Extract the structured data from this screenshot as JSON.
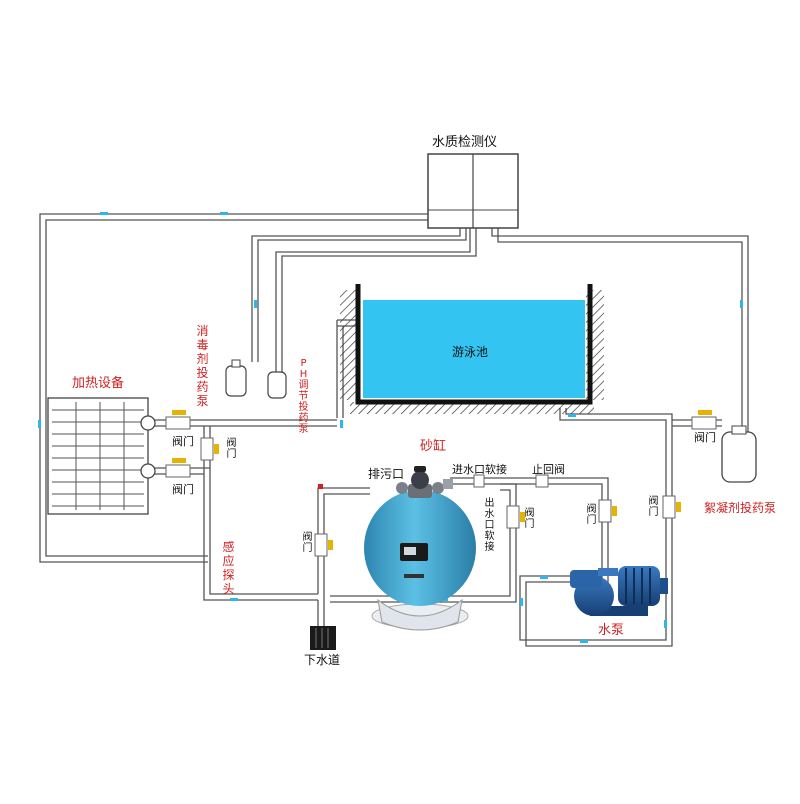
{
  "labels": {
    "water_quality_monitor": "水质检测仪",
    "pool": "游泳池",
    "heater": "加热设备",
    "disinfectant_pump": "消毒剂投药泵",
    "ph_pump": "PH调节投药泵",
    "sand_filter": "砂缸",
    "drain_valve": "排污口",
    "inlet_hose": "进水口软接",
    "check_valve": "止回阀",
    "outlet_hose": "出水口软接",
    "sensor_probe": "感应探头",
    "sewer": "下水道",
    "water_pump": "水泵",
    "flocculant_pump": "絮凝剂投药泵",
    "valve": "阀门"
  },
  "colors": {
    "pipe_outline": "#444444",
    "pool_water": "#34c4f2",
    "filter_tank": "#3f9fc6",
    "pump_body": "#1d4f8c",
    "label_red": "#d22020",
    "valve_handle": "#e6b400"
  }
}
